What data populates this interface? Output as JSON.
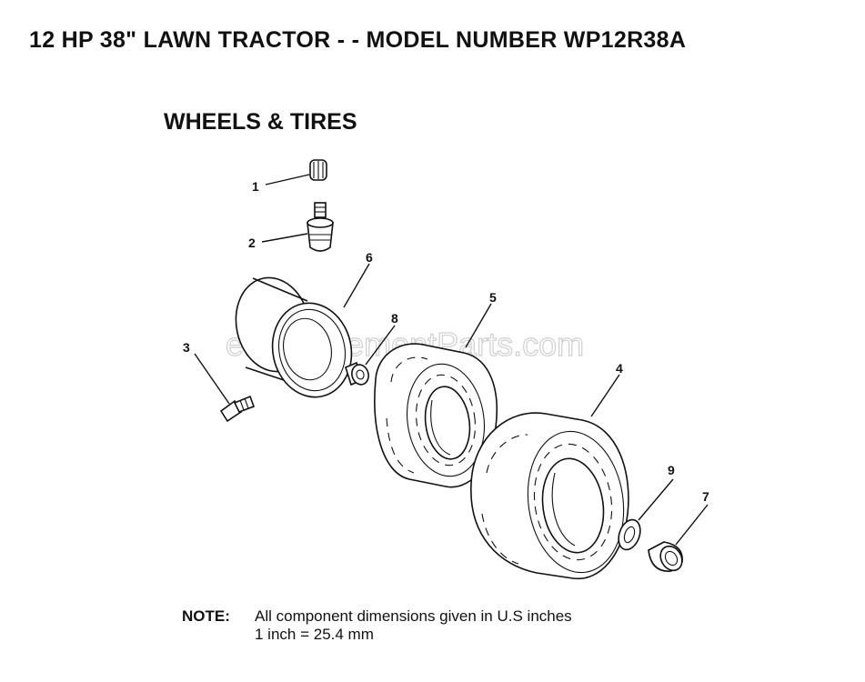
{
  "header": {
    "title": "12 HP 38\" LAWN TRACTOR - - MODEL NUMBER WP12R38A",
    "section": "WHEELS & TIRES"
  },
  "callouts": [
    "1",
    "2",
    "3",
    "4",
    "5",
    "6",
    "7",
    "8",
    "9"
  ],
  "watermark": "eReplacementParts.com",
  "note": {
    "label": "NOTE:",
    "line1": "All component dimensions given in U.S  inches",
    "line2": "1 inch = 25.4 mm"
  }
}
